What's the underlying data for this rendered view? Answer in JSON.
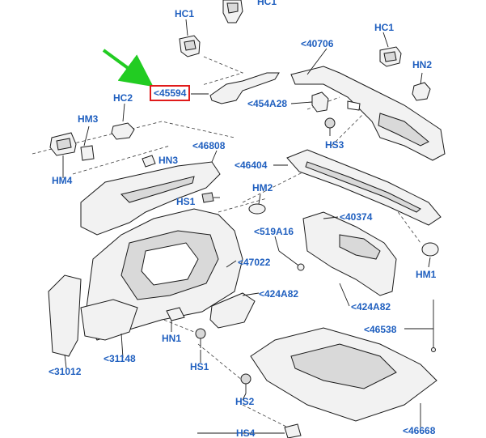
{
  "diagram": {
    "accent_color": "#1f5fbf",
    "highlight_color": "#e01b1b",
    "arrow_color": "#22cc22",
    "highlighted_label": "<45594",
    "labels": {
      "hc1_a": "HC1",
      "hc1_b": "HC1",
      "hc1_c": "HC1",
      "p40706": "<40706",
      "hn2": "HN2",
      "p45594": "<45594",
      "p454a28": "<454A28",
      "hc2": "HC2",
      "hm3": "HM3",
      "hs3": "HS3",
      "p46808": "<46808",
      "hn3": "HN3",
      "p46404": "<46404",
      "hm4": "HM4",
      "hm2": "HM2",
      "hs1_a": "HS1",
      "p40374": "<40374",
      "p519a16": "<519A16",
      "p47022": "<47022",
      "hm1": "HM1",
      "p424a82_a": "<424A82",
      "p424a82_b": "<424A82",
      "hn1": "HN1",
      "p46538": "<46538",
      "p31148": "<31148",
      "hs1_b": "HS1",
      "p31012": "<31012",
      "hs2": "HS2",
      "p46668": "<46668",
      "hs4": "HS4"
    }
  }
}
